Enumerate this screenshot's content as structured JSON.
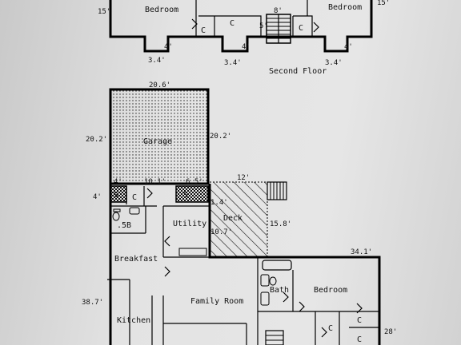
{
  "second_floor": {
    "title": "Second Floor",
    "rooms": {
      "bedroom_left": "Bedroom",
      "bedroom_right": "Bedroom",
      "closet": "C"
    },
    "dims": {
      "left_height": "15'",
      "right_height": "15'",
      "stair_width": "8'",
      "stair_gap": "5'",
      "bump_a": "3.4'",
      "bump_b": "3.4'",
      "bump_c": "3.4'",
      "bump_depth": "4'"
    }
  },
  "first_floor": {
    "rooms": {
      "garage": "Garage",
      "utility": "Utility",
      "deck": "Deck",
      "breakfast": "Breakfast",
      "family_room": "Family Room",
      "kitchen": "Kitchen",
      "bedroom": "Bedroom",
      "bath": "Bath",
      "half_bath": ".5B",
      "shelf": "S",
      "closet": "C"
    },
    "dims": {
      "garage_width": "20.6'",
      "garage_left": "20.2'",
      "garage_right": "20.2'",
      "deck_width": "12'",
      "deck_height": "15.8'",
      "deck_inner": "10.7'",
      "deck_small": "1.4'",
      "hall_a": "4'",
      "hall_b": "10.1'",
      "hall_c": "6.5'",
      "side": "4'",
      "house_depth": "38.7'",
      "bedroom_wing": "34.1'",
      "wing_depth": "28'"
    }
  }
}
